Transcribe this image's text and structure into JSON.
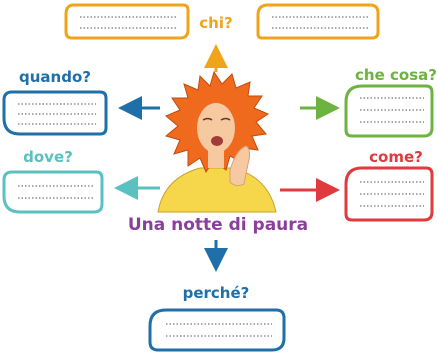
{
  "title": "Una notte di paura",
  "nodes": {
    "top_left": {
      "label": "",
      "color": "#f0a41c"
    },
    "chi": {
      "label": "chi?",
      "color": "#f0a41c"
    },
    "quando": {
      "label": "quando?",
      "color": "#1f6fa8"
    },
    "che_cosa": {
      "label": "che cosa?",
      "color": "#6db33f"
    },
    "dove": {
      "label": "dove?",
      "color": "#5bc0c0"
    },
    "come": {
      "label": "come?",
      "color": "#e03a3e"
    },
    "perche": {
      "label": "perché?",
      "color": "#1f6fa8"
    }
  },
  "colors": {
    "title": "#8b3f9c",
    "hair": "#f06a1e",
    "shirt": "#f6d64a",
    "skin": "#f7c9a0",
    "dotted": "#555555"
  },
  "icons": [
    "woman-portrait-illustration"
  ]
}
